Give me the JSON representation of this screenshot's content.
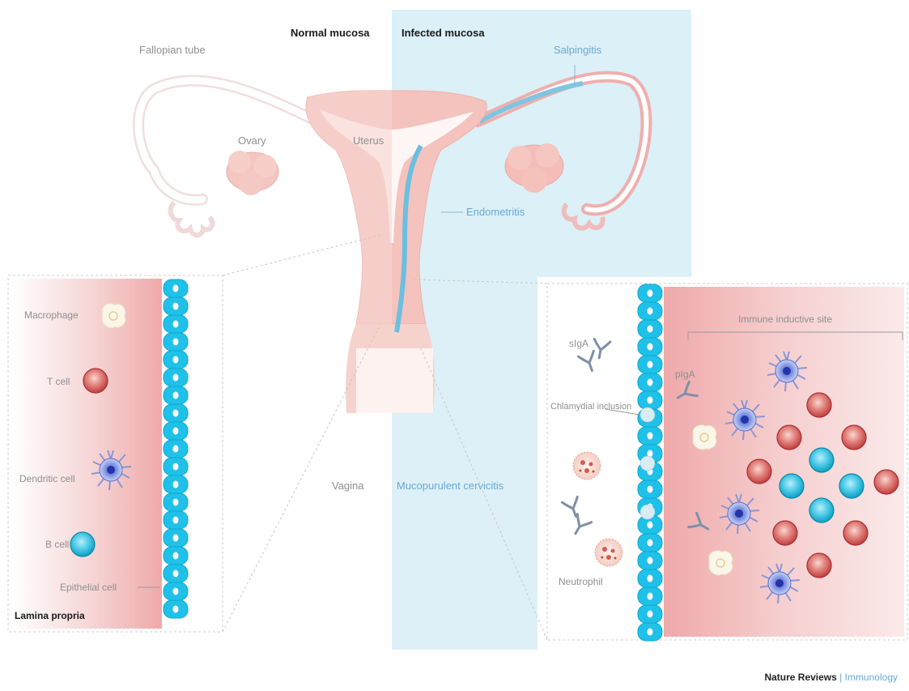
{
  "headers": {
    "normal": "Normal mucosa",
    "infected": "Infected mucosa"
  },
  "anatomy": {
    "fallopian_tube": "Fallopian tube",
    "ovary": "Ovary",
    "uterus": "Uterus",
    "salpingitis": "Salpingitis",
    "endometritis": "Endometritis",
    "vagina": "Vagina",
    "cervicitis": "Mucopurulent cervicitis"
  },
  "left_panel": {
    "macrophage": "Macrophage",
    "t_cell": "T cell",
    "dendritic_cell": "Dendritic cell",
    "b_cell": "B cell",
    "epithelial_cell": "Epithelial cell",
    "lamina_propria": "Lamina propria"
  },
  "right_panel": {
    "siga_left": "sIgA",
    "siga_right": "pIgA",
    "chlamydial_inclusion": "Chlamydial inclusion",
    "neutrophil": "Neutrophil",
    "immune_inductive_site": "Immune inductive site"
  },
  "footer": {
    "journal": "Nature Reviews",
    "subject": "Immunology"
  },
  "colors": {
    "uterus_pink": "#f2b8b2",
    "infected_bg": "#dff1f7",
    "epithelium": "#22c2e6",
    "lamina_pink": "#f3bcbc",
    "t_cell_red": "#d24a4a",
    "b_cell_cyan": "#1fb7d8",
    "dendritic_blue": "#6b7fd6"
  }
}
